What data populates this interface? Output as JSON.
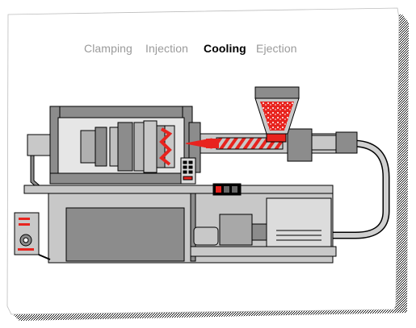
{
  "stages": [
    {
      "label": "Clamping",
      "active": false
    },
    {
      "label": "Injection",
      "active": false
    },
    {
      "label": "Cooling",
      "active": true
    },
    {
      "label": "Ejection",
      "active": false
    }
  ],
  "colors": {
    "active_stage": "#000000",
    "inactive_stage": "#9a9a9a",
    "machine_gray": "#8c8c8c",
    "machine_light": "#c8c8c8",
    "melt_red": "#e8231e",
    "outline": "#000000"
  },
  "icons": [
    "hopper-icon",
    "mold-icon",
    "screw-icon",
    "motor-icon",
    "control-panel-icon",
    "display-icon"
  ]
}
